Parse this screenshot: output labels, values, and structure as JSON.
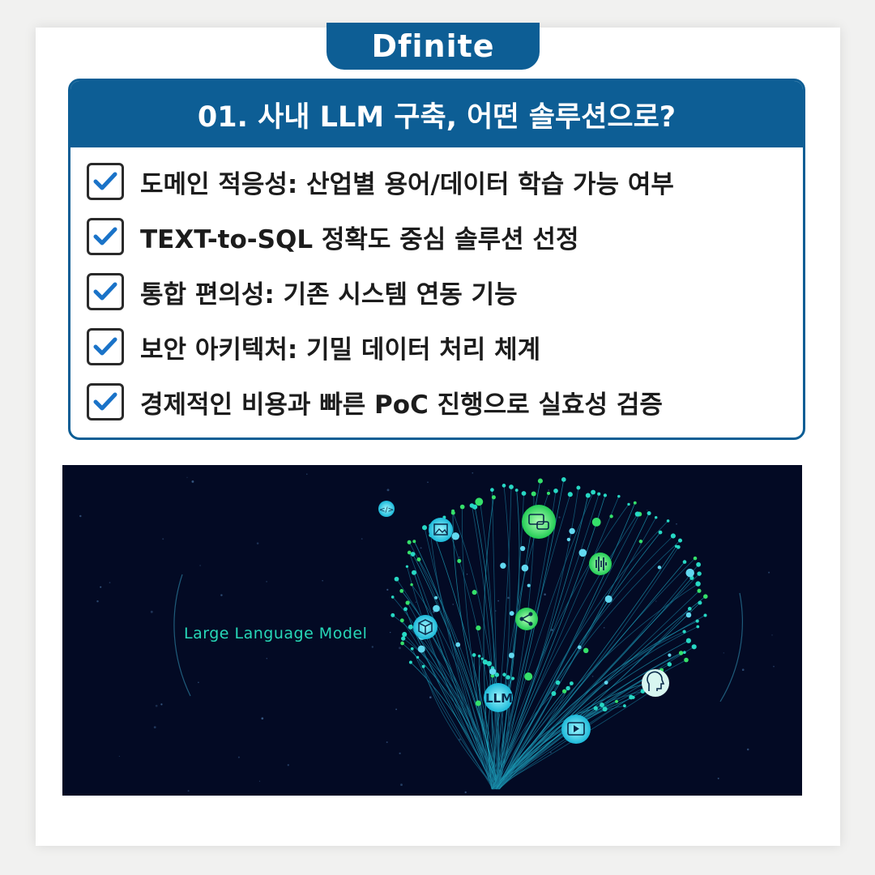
{
  "brand": {
    "logo_text": "Dfinite"
  },
  "checklist": {
    "title": "01. 사내 LLM 구축, 어떤 솔루션으로?",
    "items": [
      {
        "text": "도메인 적응성: 산업별 용어/데이터 학습 가능 여부",
        "checked": true
      },
      {
        "text": "TEXT-to-SQL 정확도 중심 솔루션 선정",
        "checked": true
      },
      {
        "text": "통합 편의성: 기존 시스템 연동 기능",
        "checked": true
      },
      {
        "text": "보안 아키텍처: 기밀 데이터 처리 체계",
        "checked": true
      },
      {
        "text": "경제적인 비용과 빠른 PoC 진행으로 실효성 검증",
        "checked": true
      }
    ]
  },
  "illustration": {
    "caption": "Large Language Model",
    "center_node_label": "LLM",
    "icons": [
      "code-icon",
      "image-icon",
      "chat-icon",
      "audio-wave-icon",
      "network-share-icon",
      "cube-icon",
      "brain-head-icon",
      "video-play-icon"
    ]
  },
  "colors": {
    "brand_blue": "#0d5e95",
    "panel_bg": "#030a24",
    "neural_cyan": "#27d8c4",
    "neural_green": "#35e06a",
    "check_blue": "#1a73c8"
  }
}
